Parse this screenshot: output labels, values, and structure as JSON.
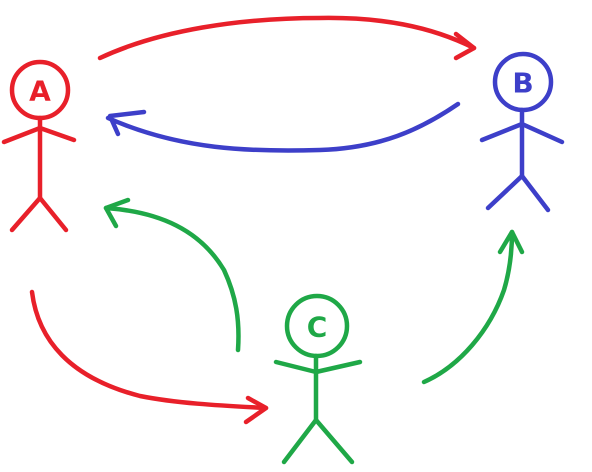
{
  "colors": {
    "person_a": "#e8202a",
    "person_b": "#3d3fc9",
    "person_c": "#1fa847"
  },
  "people": [
    {
      "id": "a",
      "label": "A",
      "color": "#e8202a"
    },
    {
      "id": "b",
      "label": "B",
      "color": "#3d3fc9"
    },
    {
      "id": "c",
      "label": "C",
      "color": "#1fa847"
    }
  ],
  "arrows": [
    {
      "from": "A",
      "to": "B",
      "color": "#e8202a"
    },
    {
      "from": "B",
      "to": "A",
      "color": "#3d3fc9"
    },
    {
      "from": "A",
      "to": "C",
      "color": "#e8202a"
    },
    {
      "from": "C",
      "to": "A",
      "color": "#1fa847"
    },
    {
      "from": "C",
      "to": "B",
      "color": "#1fa847"
    }
  ]
}
